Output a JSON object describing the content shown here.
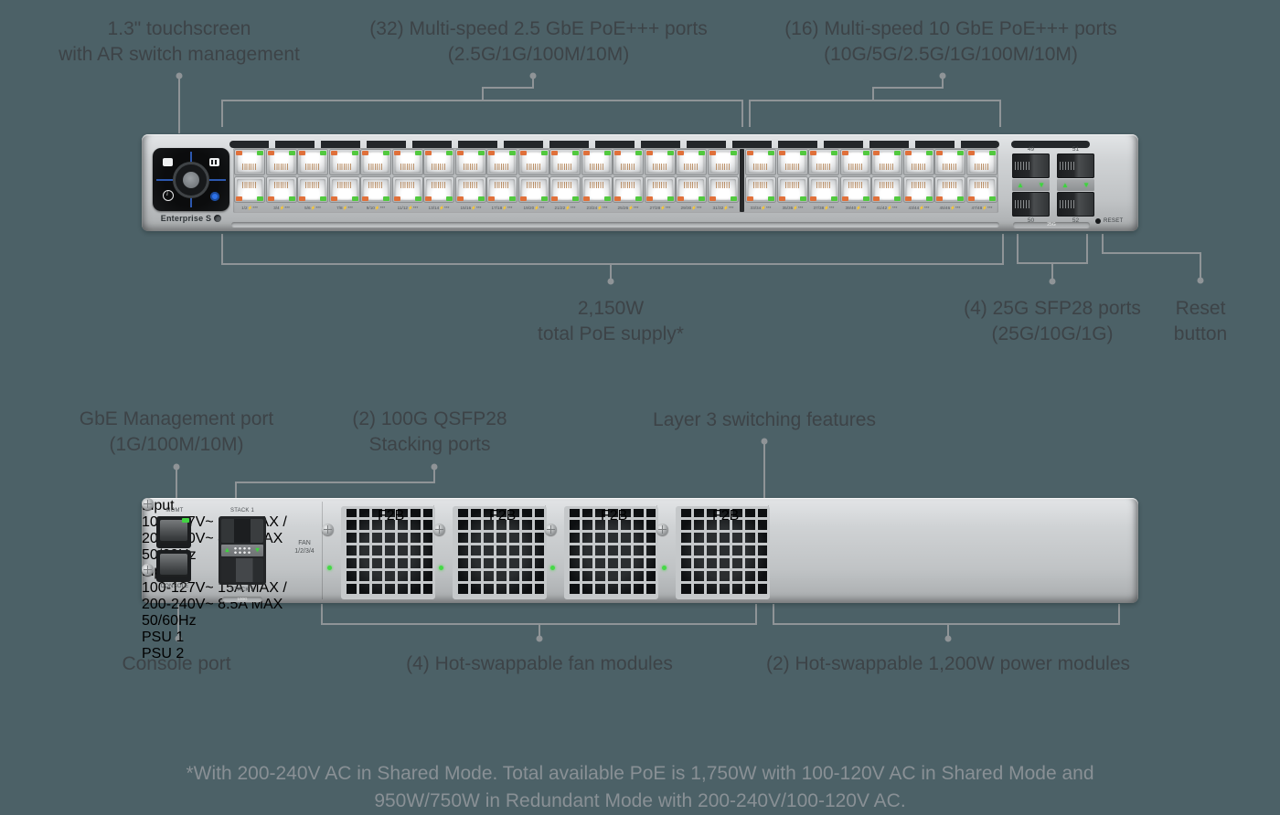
{
  "colors": {
    "background": "#4c6167",
    "callout_text": "#3d4347",
    "callout_line": "#8f9497",
    "led_green": "#46d847",
    "led_orange": "#e0703a"
  },
  "front": {
    "callouts": {
      "touchscreen": {
        "line1": "1.3\" touchscreen",
        "line2": "with AR switch management"
      },
      "ports25": {
        "line1": "(32) Multi-speed 2.5 GbE PoE+++ ports",
        "line2": "(2.5G/1G/100M/10M)"
      },
      "ports10": {
        "line1": "(16) Multi-speed 10 GbE PoE+++ ports",
        "line2": "(10G/5G/2.5G/1G/100M/10M)"
      },
      "poe": {
        "line1": "2,150W",
        "line2": "total PoE supply*"
      },
      "sfp": {
        "line1": "(4) 25G SFP28 ports",
        "line2": "(25G/10G/1G)"
      },
      "reset": {
        "line1": "Reset",
        "line2": "button"
      }
    },
    "panel": {
      "brand": "Enterprise S",
      "port_pair_labels": [
        "1/2",
        "3/4",
        "5/6",
        "7/8",
        "9/10",
        "11/12",
        "13/14",
        "15/16",
        "17/18",
        "19/20",
        "21/22",
        "23/24",
        "25/26",
        "27/28",
        "29/30",
        "31/32",
        "33/34",
        "35/36",
        "37/38",
        "39/40",
        "41/42",
        "43/44",
        "45/46",
        "47/48"
      ],
      "port_label_suffix": "⚡***",
      "group1_pairs": 16,
      "group2_pairs": 8,
      "sfp_top_labels": [
        "49",
        "51"
      ],
      "sfp_bottom_labels": [
        "50",
        "52"
      ],
      "sfp_speed_badge": "25G",
      "reset_label": "RESET"
    }
  },
  "back": {
    "callouts": {
      "mgmt": {
        "line1": "GbE Management port",
        "line2": "(1G/100M/10M)"
      },
      "stacking": {
        "line1": "(2) 100G QSFP28",
        "line2": "Stacking ports"
      },
      "layer3": {
        "line1": "Layer 3 switching features"
      },
      "console": {
        "line1": "Console port"
      },
      "fans": {
        "line1": "(4) Hot-swappable fan modules"
      },
      "psus": {
        "line1": "(2) Hot-swappable 1,200W power modules"
      }
    },
    "panel": {
      "mgmt_label": "MGMT",
      "console_label": "CONSOLE",
      "stack1_label": "STACK 1",
      "stack2_label": "STACK 2",
      "stack_speed_badge": "100G",
      "fan_group_label_line1": "FAN",
      "fan_group_label_line2": "1/2/3/4",
      "fan_count": 4,
      "fan_handle_label": "F2B",
      "psu_count": 2,
      "psu_labels": [
        "PSU 1",
        "PSU 2"
      ],
      "psu_plate_lines": [
        "Input",
        "100-127V~ 15A MAX /",
        "200-240V~ 8.5A MAX",
        "50/60Hz"
      ]
    }
  },
  "footnote": {
    "line1": "*With 200-240V AC in Shared Mode. Total available PoE is 1,750W with 100-120V AC in Shared Mode and",
    "line2": "950W/750W in Redundant Mode with 200-240V/100-120V AC."
  }
}
